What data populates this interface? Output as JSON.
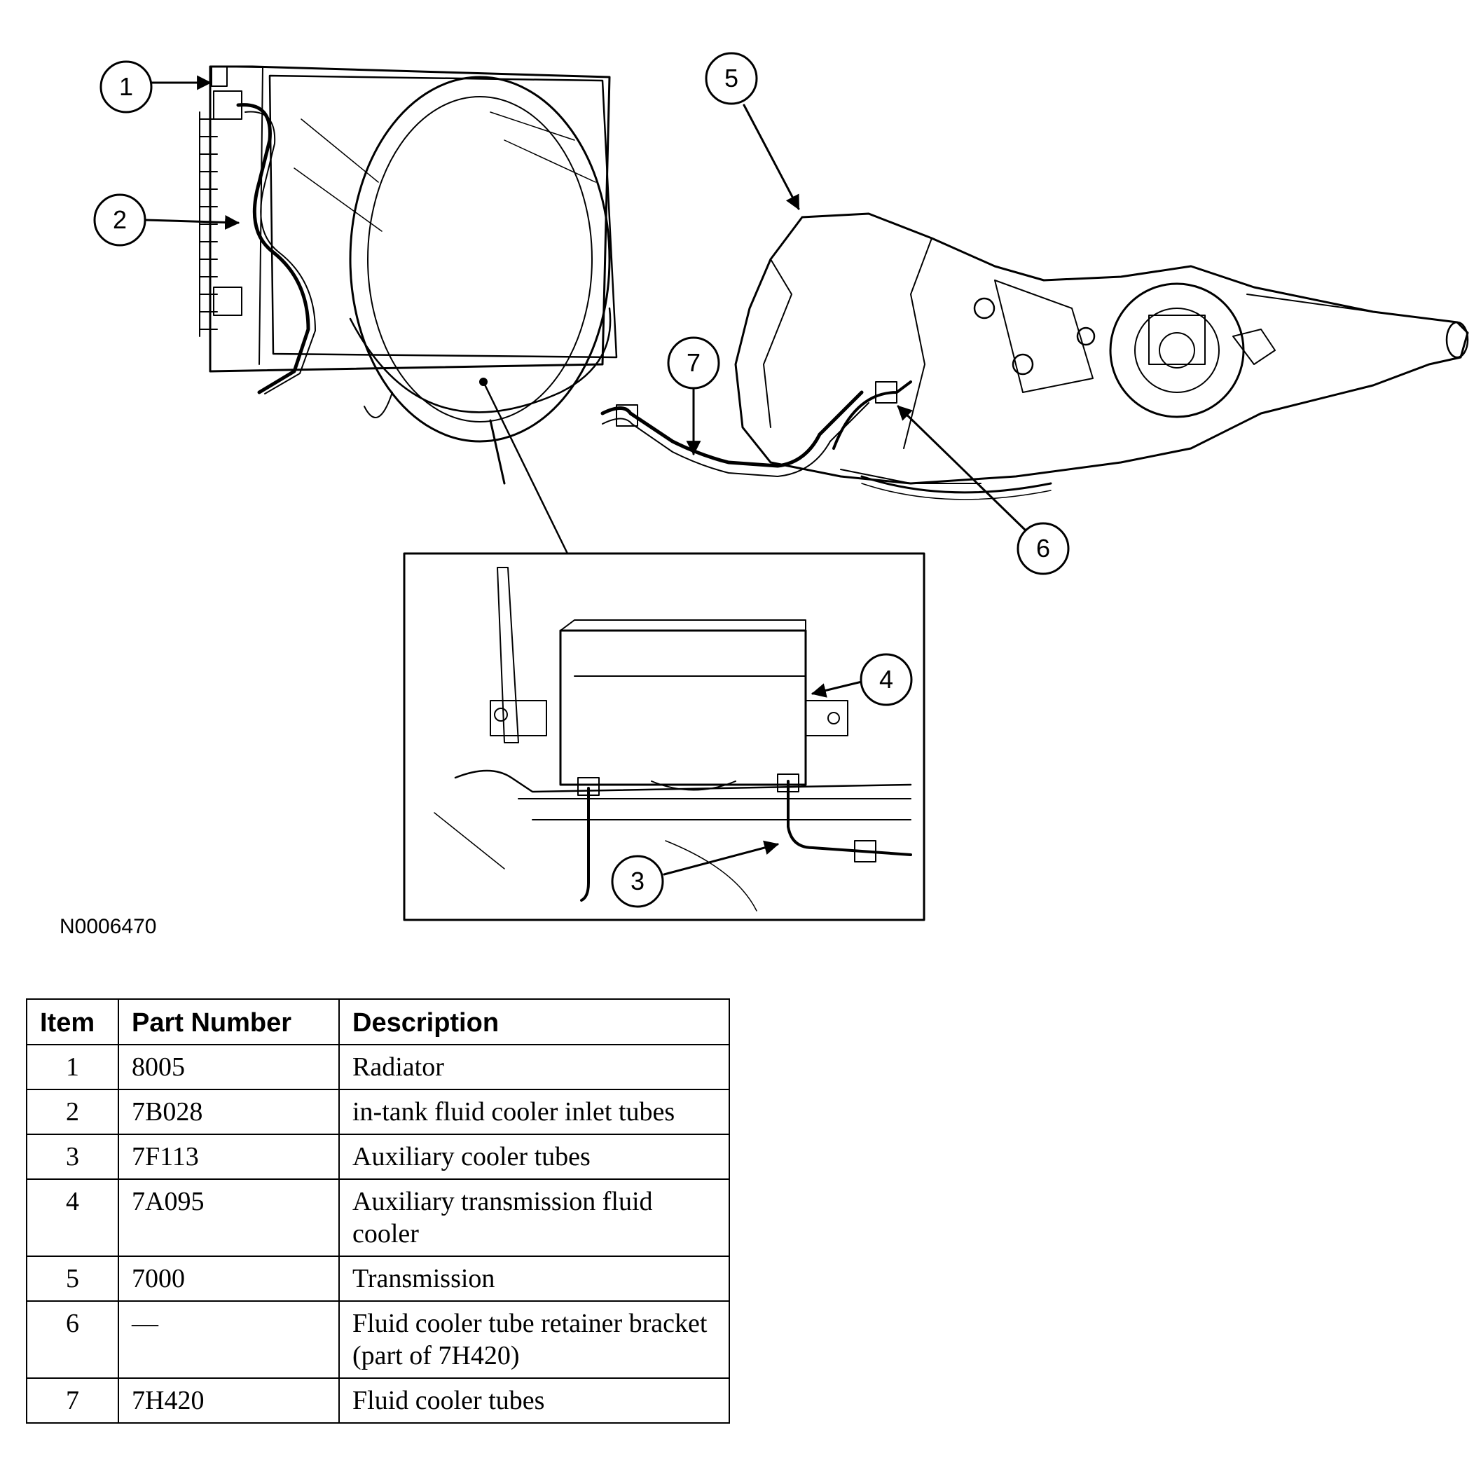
{
  "figure_id": "N0006470",
  "callouts": [
    "1",
    "2",
    "3",
    "4",
    "5",
    "6",
    "7"
  ],
  "table": {
    "headers": [
      "Item",
      "Part Number",
      "Description"
    ],
    "rows": [
      {
        "item": "1",
        "part": "8005",
        "desc": "Radiator"
      },
      {
        "item": "2",
        "part": "7B028",
        "desc": "in-tank fluid cooler inlet tubes"
      },
      {
        "item": "3",
        "part": "7F113",
        "desc": "Auxiliary cooler tubes"
      },
      {
        "item": "4",
        "part": "7A095",
        "desc": "Auxiliary transmission fluid cooler"
      },
      {
        "item": "5",
        "part": "7000",
        "desc": "Transmission"
      },
      {
        "item": "6",
        "part": "—",
        "desc": "Fluid cooler tube retainer bracket (part of 7H420)"
      },
      {
        "item": "7",
        "part": "7H420",
        "desc": "Fluid cooler tubes"
      }
    ]
  }
}
